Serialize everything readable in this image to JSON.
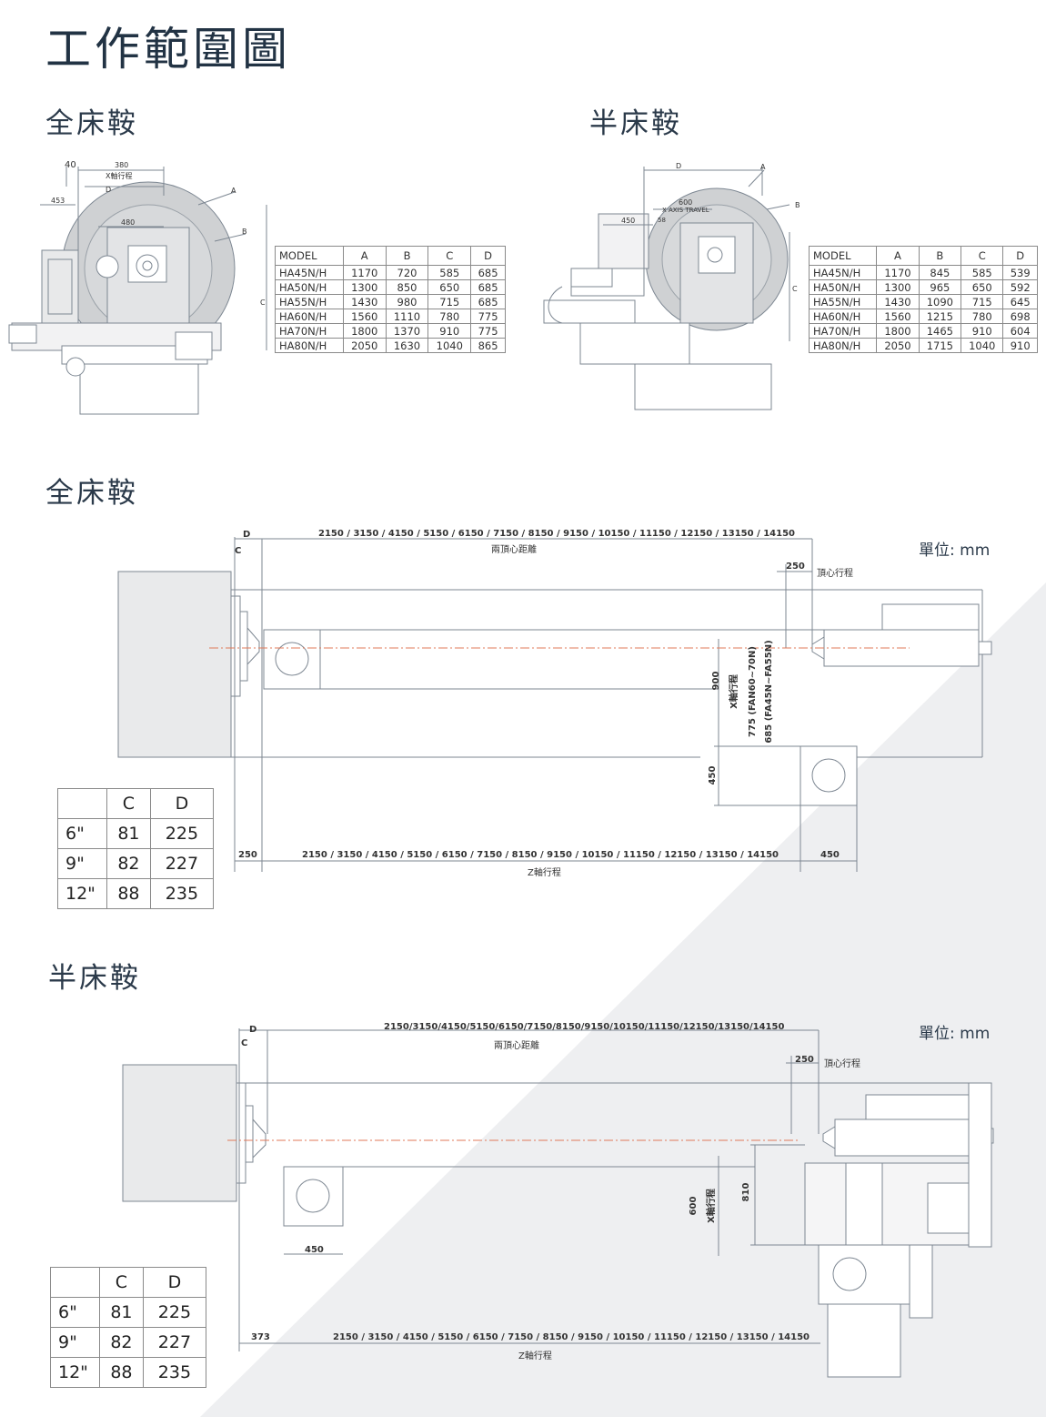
{
  "page_title": "工作範圍圖",
  "sections": {
    "top_full": "全床鞍",
    "top_half": "半床鞍",
    "mid_full": "全床鞍",
    "bottom_half": "半床鞍"
  },
  "unit_label": "單位: mm",
  "full_saddle_table": {
    "headers": [
      "MODEL",
      "A",
      "B",
      "C",
      "D"
    ],
    "rows": [
      [
        "HA45N/H",
        "1170",
        "720",
        "585",
        "685"
      ],
      [
        "HA50N/H",
        "1300",
        "850",
        "650",
        "685"
      ],
      [
        "HA55N/H",
        "1430",
        "980",
        "715",
        "685"
      ],
      [
        "HA60N/H",
        "1560",
        "1110",
        "780",
        "775"
      ],
      [
        "HA70N/H",
        "1800",
        "1370",
        "910",
        "775"
      ],
      [
        "HA80N/H",
        "2050",
        "1630",
        "1040",
        "865"
      ]
    ]
  },
  "half_saddle_table": {
    "headers": [
      "MODEL",
      "A",
      "B",
      "C",
      "D"
    ],
    "rows": [
      [
        "HA45N/H",
        "1170",
        "845",
        "585",
        "539"
      ],
      [
        "HA50N/H",
        "1300",
        "965",
        "650",
        "592"
      ],
      [
        "HA55N/H",
        "1430",
        "1090",
        "715",
        "645"
      ],
      [
        "HA60N/H",
        "1560",
        "1215",
        "780",
        "698"
      ],
      [
        "HA70N/H",
        "1800",
        "1465",
        "910",
        "604"
      ],
      [
        "HA80N/H",
        "2050",
        "1715",
        "1040",
        "910"
      ]
    ]
  },
  "chuck_table_full": {
    "headers": [
      "",
      "C",
      "D"
    ],
    "rows": [
      [
        "6\"",
        "81",
        "225"
      ],
      [
        "9\"",
        "82",
        "227"
      ],
      [
        "12\"",
        "88",
        "235"
      ]
    ]
  },
  "chuck_table_half": {
    "headers": [
      "",
      "C",
      "D"
    ],
    "rows": [
      [
        "6\"",
        "81",
        "225"
      ],
      [
        "9\"",
        "82",
        "227"
      ],
      [
        "12\"",
        "88",
        "235"
      ]
    ]
  },
  "drawing_full_front": {
    "d40": "40",
    "d380": "380",
    "x_travel": "X軸行程",
    "d453": "453",
    "d480": "480",
    "lbl_a": "A",
    "lbl_b": "B",
    "lbl_c": "C",
    "lbl_d": "D"
  },
  "drawing_half_front": {
    "d600": "600",
    "x_axis_travel": "X AXIS TRAVEL",
    "d450": "450",
    "d58": "58",
    "lbl_a": "A",
    "lbl_b": "B",
    "lbl_c": "C",
    "lbl_d": "D"
  },
  "drawing_full_top": {
    "lbl_d": "D",
    "lbl_c": "C",
    "lengths": "2150 / 3150 / 4150 / 5150 / 6150 / 7150 / 8150 / 9150 / 10150 / 11150 / 12150 / 13150 / 14150",
    "between_centers": "兩頂心距離",
    "d250_top": "250",
    "quill_travel": "頂心行程",
    "d900": "900",
    "x_travel": "X軸行程",
    "d775": "775 (FAN60~70N)",
    "d685": "685 (FA45N~FA55N)",
    "d450": "450",
    "d250_bottom": "250",
    "z_lengths": "2150 / 3150 / 4150 / 5150 / 6150 / 7150 / 8150 / 9150 / 10150 / 11150 / 12150 / 13150 / 14150",
    "d450_bottom": "450",
    "z_travel": "Z軸行程"
  },
  "drawing_half_top": {
    "lbl_d": "D",
    "lbl_c": "C",
    "lengths": "2150/3150/4150/5150/6150/7150/8150/9150/10150/11150/12150/13150/14150",
    "between_centers": "兩頂心距離",
    "d250_top": "250",
    "quill_travel": "頂心行程",
    "d600": "600",
    "x_travel": "X軸行程",
    "d810": "810",
    "d450": "450",
    "d373": "373",
    "z_lengths": "2150 / 3150 / 4150 / 5150 / 6150 / 7150 / 8150 / 9150 / 10150 / 11150 / 12150 / 13150 / 14150",
    "z_travel": "Z軸行程"
  },
  "colors": {
    "line": "#7d8792",
    "circle_fill": "#cfd1d3",
    "center_line": "#e07a5a",
    "diagonal_bg": "#eeeff1"
  }
}
